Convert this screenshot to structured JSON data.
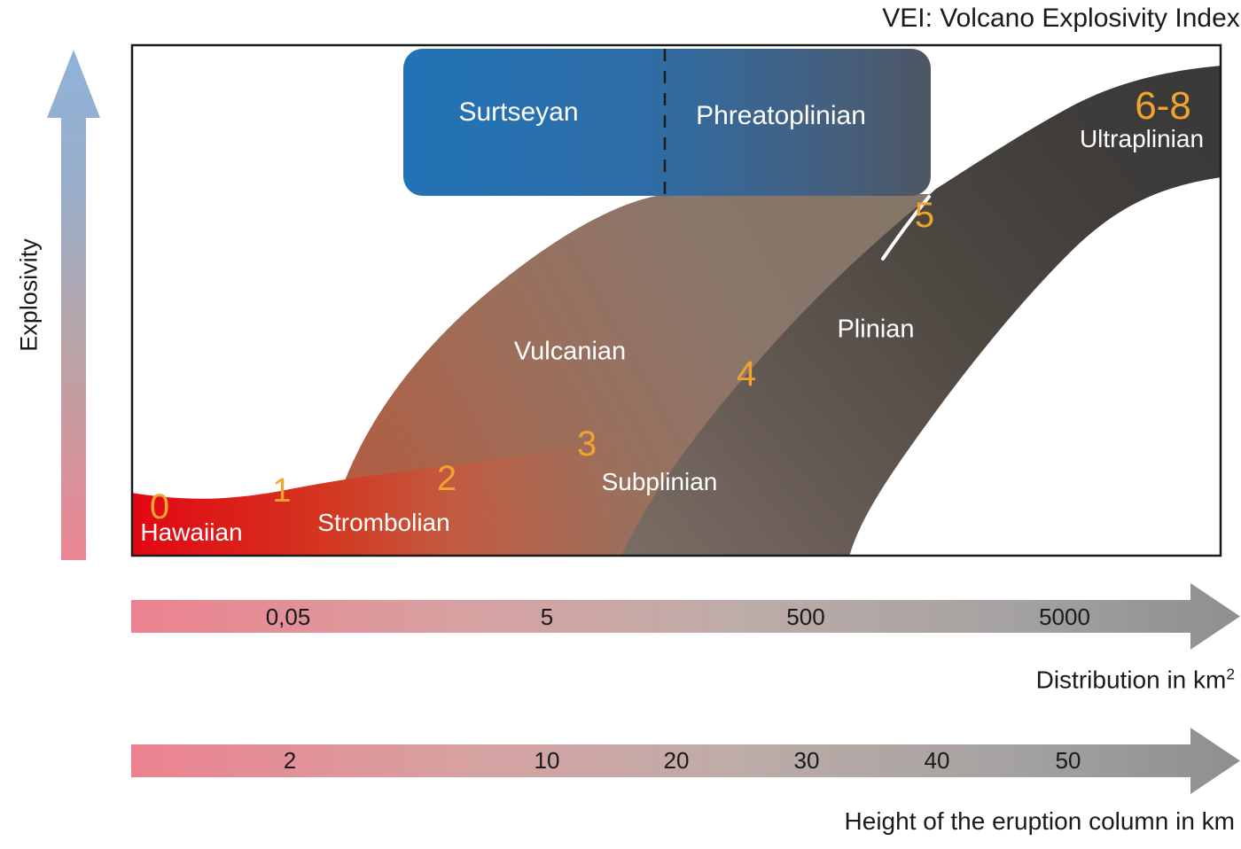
{
  "title": "VEI: Volcano Explosivity Index",
  "y_axis": {
    "label": "Explosivity"
  },
  "regions": {
    "hawaiian": "Hawaiian",
    "strombolian": "Strombolian",
    "vulcanian": "Vulcanian",
    "subplinian": "Subplinian",
    "plinian": "Plinian",
    "ultraplinian": "Ultraplinian",
    "surtseyan": "Surtseyan",
    "phreatoplinian": "Phreatoplinian"
  },
  "vei_markers": {
    "m0": "0",
    "m1": "1",
    "m2": "2",
    "m3": "3",
    "m4": "4",
    "m5": "5",
    "m68": "6-8"
  },
  "x_axes": {
    "distribution": {
      "ticks": [
        "0,05",
        "5",
        "500",
        "5000"
      ],
      "caption": "Distribution in km",
      "caption_sup": "2"
    },
    "height": {
      "ticks": [
        "2",
        "10",
        "20",
        "30",
        "40",
        "50"
      ],
      "caption": "Height of the eruption column in km"
    }
  },
  "colors": {
    "accent_orange": "#F0A42F",
    "hawaiian_red": "#E30613",
    "surtseyan_blue": "#2273B6",
    "box_right_gray": "#4D5662",
    "dark_band": "#3A3A3A",
    "light_band_brown": "#9D6E5A",
    "axis_end_gray": "#8F8F8F",
    "explosivity_top_blue": "#8FB2D8",
    "explosivity_bottom_pink": "#EC8693"
  }
}
